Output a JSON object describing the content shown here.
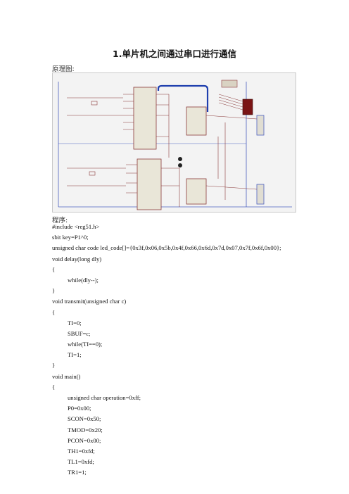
{
  "title": "1.单片机之间通过串口进行通信",
  "schematic_label": "原理图:",
  "program_label": "程序:",
  "code": [
    {
      "t": "#include <reg51.h>",
      "i": 0
    },
    {
      "t": "sbit key=P1^0;",
      "i": 0
    },
    {
      "t": "unsigned char code led_code[]={0x3f,0x06,0x5b,0x4f,0x66,0x6d,0x7d,0x07,0x7f,0x6f,0x00};",
      "i": 0
    },
    {
      "t": "void delay(long dly)",
      "i": 0
    },
    {
      "t": "{",
      "i": 0
    },
    {
      "t": "while(dly--);",
      "i": 1
    },
    {
      "t": "}",
      "i": 0
    },
    {
      "t": "void transmit(unsigned char c)",
      "i": 0
    },
    {
      "t": "{",
      "i": 0
    },
    {
      "t": "TI=0;",
      "i": 1
    },
    {
      "t": "SBUF=c;",
      "i": 1
    },
    {
      "t": "while(TI==0);",
      "i": 1
    },
    {
      "t": "TI=1;",
      "i": 1
    },
    {
      "t": "}",
      "i": 0
    },
    {
      "t": "void main()",
      "i": 0
    },
    {
      "t": "{",
      "i": 0
    },
    {
      "t": "unsigned char operation=0xff;",
      "i": 1
    },
    {
      "t": "P0=0x00;",
      "i": 1
    },
    {
      "t": "SCON=0x50;",
      "i": 1
    },
    {
      "t": "TMOD=0x20;",
      "i": 1
    },
    {
      "t": "PCON=0x00;",
      "i": 1
    },
    {
      "t": "TH1=0xfd;",
      "i": 1
    },
    {
      "t": "TL1=0xfd;",
      "i": 1
    },
    {
      "t": "TR1=1;",
      "i": 1
    }
  ],
  "colors": {
    "wire": "#8a3a3a",
    "bus_blue": "#1f3fae",
    "frame_blue": "#4a5fbf",
    "display_red": "#7a1414"
  }
}
